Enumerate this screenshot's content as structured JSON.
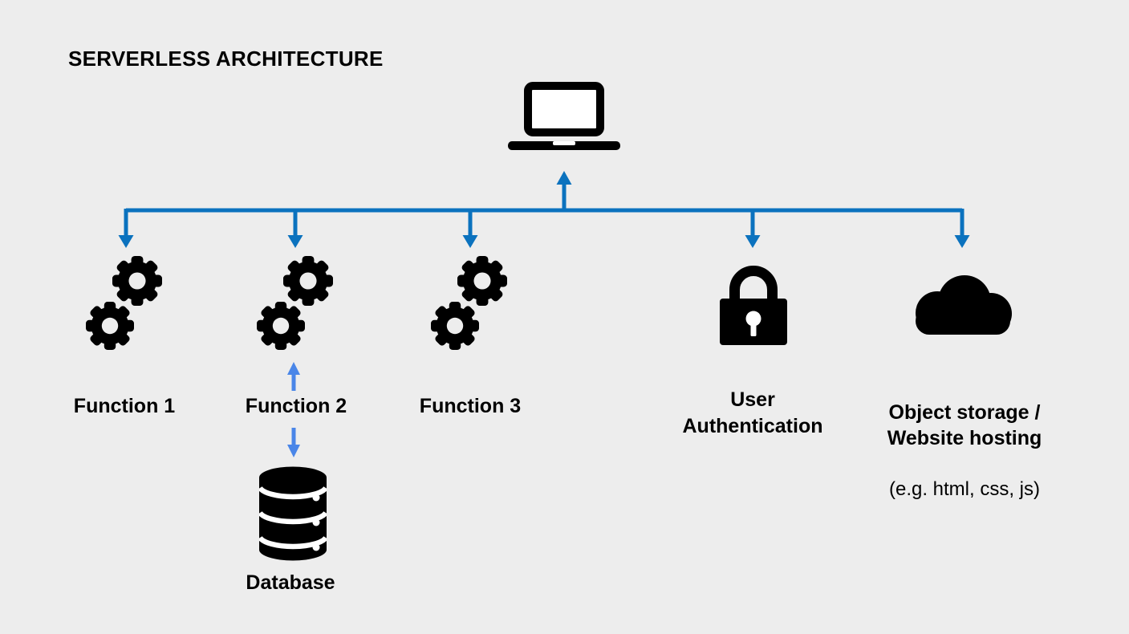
{
  "title": "SERVERLESS ARCHITECTURE",
  "colors": {
    "background": "#EDEDED",
    "icon_black": "#000000",
    "tree_arrow_blue": "#0B72BE",
    "db_arrow_blue": "#4A86E8"
  },
  "client": {
    "icon": "laptop-icon"
  },
  "nodes": [
    {
      "id": "function-1",
      "icon": "gears-icon",
      "label": "Function 1"
    },
    {
      "id": "function-2",
      "icon": "gears-icon",
      "label": "Function 2"
    },
    {
      "id": "function-3",
      "icon": "gears-icon",
      "label": "Function 3"
    },
    {
      "id": "user-authentication",
      "icon": "lock-icon",
      "label": "User\nAuthentication"
    },
    {
      "id": "object-storage",
      "icon": "cloud-icon",
      "label": "Object storage /\nWebsite hosting",
      "note": "(e.g. html, css, js)"
    }
  ],
  "database": {
    "id": "database",
    "icon": "database-icon",
    "label": "Database"
  }
}
